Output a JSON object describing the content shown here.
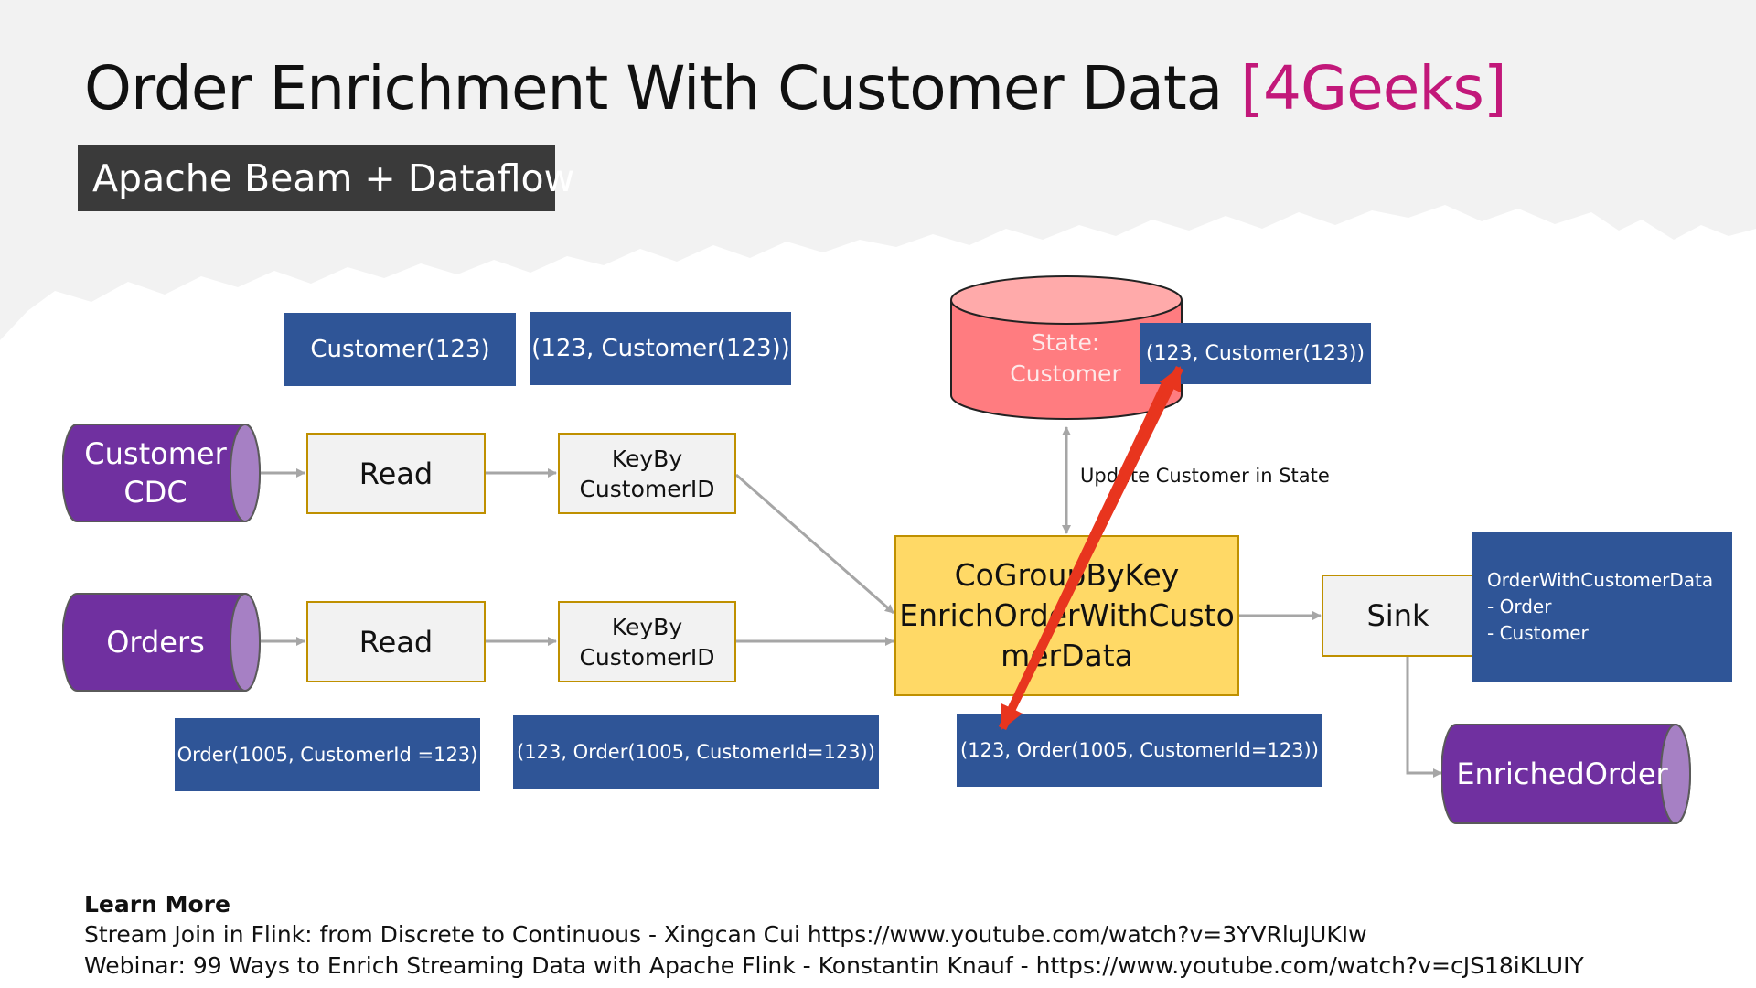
{
  "slide": {
    "title": "Order Enrichment With Customer Data",
    "title_accent": "[4Geeks]",
    "subtitle": "Apache Beam + Dataflow"
  },
  "sources": {
    "customer_cdc": "Customer\nCDC",
    "orders": "Orders"
  },
  "steps": {
    "read_top": "Read",
    "read_bottom": "Read",
    "keyby_top": "KeyBy\nCustomerID",
    "keyby_bottom": "KeyBy\nCustomerID",
    "cogroup": "CoGroupByKey\nEnrichOrderWithCusto\nmerData",
    "sink": "Sink"
  },
  "state": {
    "label": "State:\nCustomer",
    "update_note": "Update Customer in State"
  },
  "payloads": {
    "customer": "Customer(123)",
    "keyed_customer": "(123, Customer(123))",
    "state_customer": "(123, Customer(123))",
    "order": "Order(1005, CustomerId =123)",
    "keyed_order": "(123, Order(1005, CustomerId=123))",
    "order_in_join": "(123, Order(1005, CustomerId=123))",
    "output": "OrderWithCustomerData\n- Order\n- Customer"
  },
  "output_topic": "EnrichedOrder",
  "learn_more": {
    "heading": "Learn More",
    "links": [
      "Stream Join in Flink: from Discrete to Continuous - Xingcan Cui https://www.youtube.com/watch?v=3YVRluJUKIw",
      "Webinar: 99 Ways to Enrich Streaming Data with Apache Flink - Konstantin Knauf  - https://www.youtube.com/watch?v=cJS18iKLUIY"
    ]
  },
  "colors": {
    "accent": "#c2187a",
    "payload_blue": "#2f5597",
    "topic_purple": "#7030a0",
    "state_red": "#ff7c80",
    "join_yellow": "#ffd966",
    "box_border": "#bf9000",
    "highlight_arrow": "#e8351e"
  }
}
